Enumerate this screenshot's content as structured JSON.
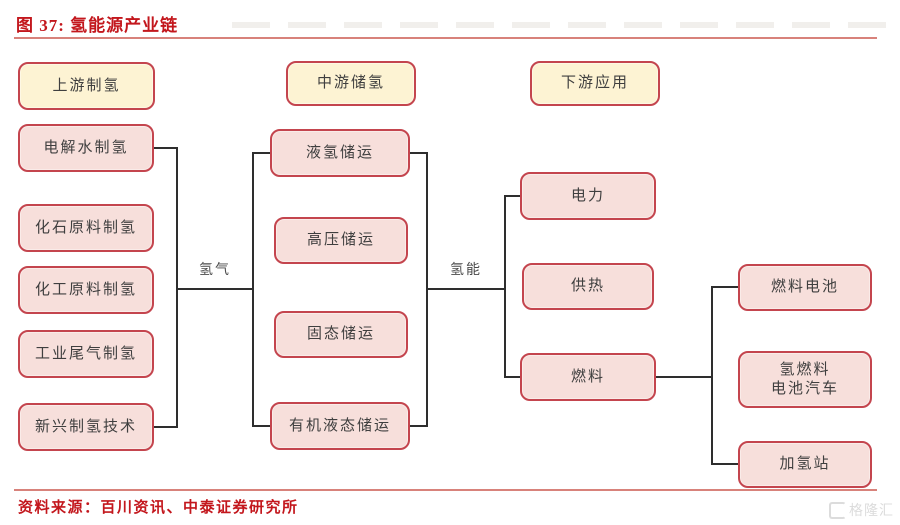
{
  "figure": {
    "title": "图 37: 氢能源产业链"
  },
  "stages": {
    "upstream": "上游制氢",
    "midstream": "中游储氢",
    "downstream": "下游应用"
  },
  "nodes": {
    "upstream": [
      "电解水制氢",
      "化石原料制氢",
      "化工原料制氢",
      "工业尾气制氢",
      "新兴制氢技术"
    ],
    "storage": [
      "液氢储运",
      "高压储运",
      "固态储运",
      "有机液态储运"
    ],
    "applications": [
      "电力",
      "供热",
      "燃料"
    ],
    "fuel_chain": [
      "燃料电池",
      "氢燃料\n电池汽车",
      "加氢站"
    ]
  },
  "edge_labels": {
    "hydrogen_gas": "氢气",
    "hydrogen_energy": "氢能"
  },
  "footer": {
    "source": "资料来源：百川资讯、中泰证券研究所",
    "watermark": "格隆汇"
  },
  "colors": {
    "accent_red": "#c3171d",
    "box_border": "#c4454e",
    "box_fill_pink": "#f7dfdb",
    "box_fill_yellow": "#fdf3d3",
    "connector_line": "#2e2e2e",
    "rule_line": "#d8827b"
  }
}
